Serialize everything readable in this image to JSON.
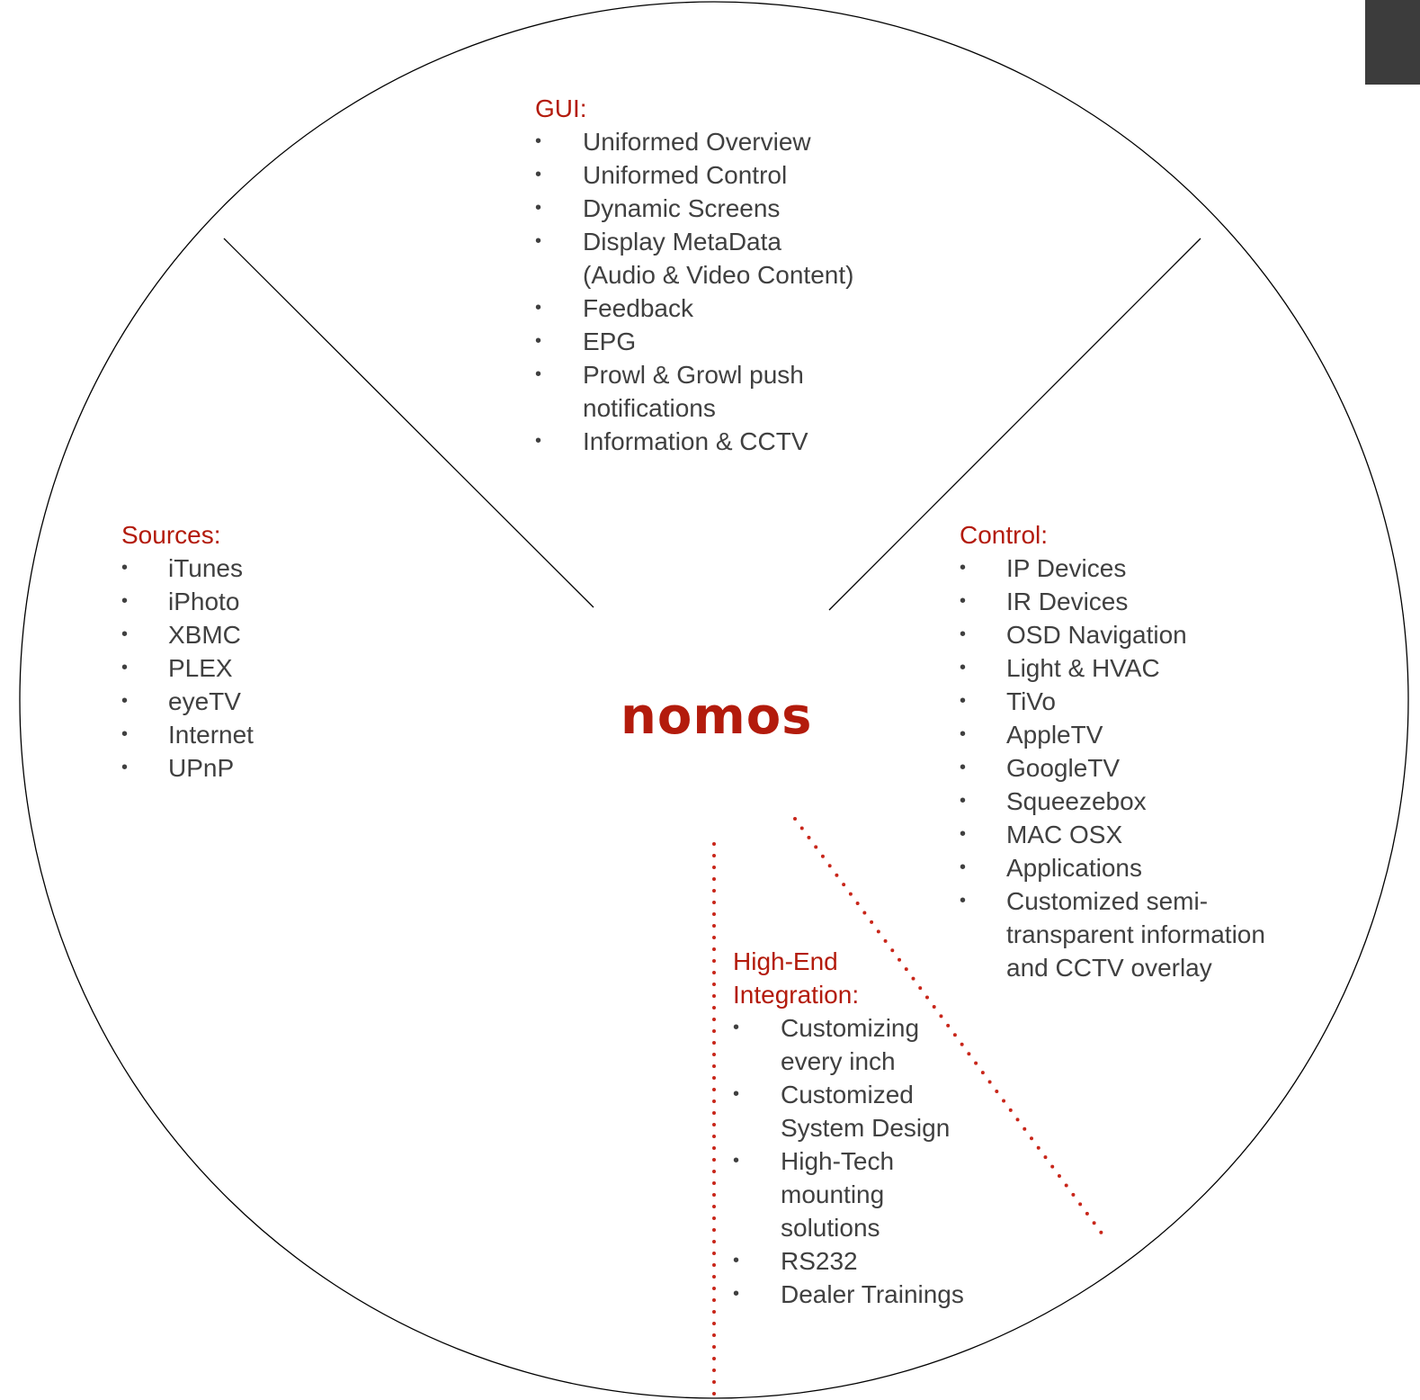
{
  "logo": "nomos",
  "sections": {
    "gui": {
      "heading": "GUI:",
      "items": [
        "Uniformed Overview",
        "Uniformed Control",
        "Dynamic Screens",
        "Display MetaData\n(Audio & Video Content)",
        "Feedback",
        "EPG",
        "Prowl & Growl push\nnotifications",
        "Information & CCTV"
      ]
    },
    "sources": {
      "heading": "Sources:",
      "items": [
        "iTunes",
        "iPhoto",
        "XBMC",
        "PLEX",
        "eyeTV",
        "Internet",
        "UPnP"
      ]
    },
    "control": {
      "heading": "Control:",
      "items": [
        "IP Devices",
        "IR Devices",
        "OSD Navigation",
        "Light & HVAC",
        "TiVo",
        "AppleTV",
        "GoogleTV",
        "Squeezebox",
        "MAC OSX",
        "Applications",
        "Customized semi-\ntransparent information\nand CCTV overlay"
      ]
    },
    "integration": {
      "heading": "High-End\nIntegration:",
      "items": [
        "Customizing\nevery inch",
        "Customized\nSystem Design",
        "High-Tech\nmounting\nsolutions",
        "RS232",
        "Dealer Trainings"
      ]
    }
  },
  "colors": {
    "accent": "#b31b0c",
    "text": "#404040",
    "line": "#000000",
    "corner_tab": "#3c3c3c"
  }
}
